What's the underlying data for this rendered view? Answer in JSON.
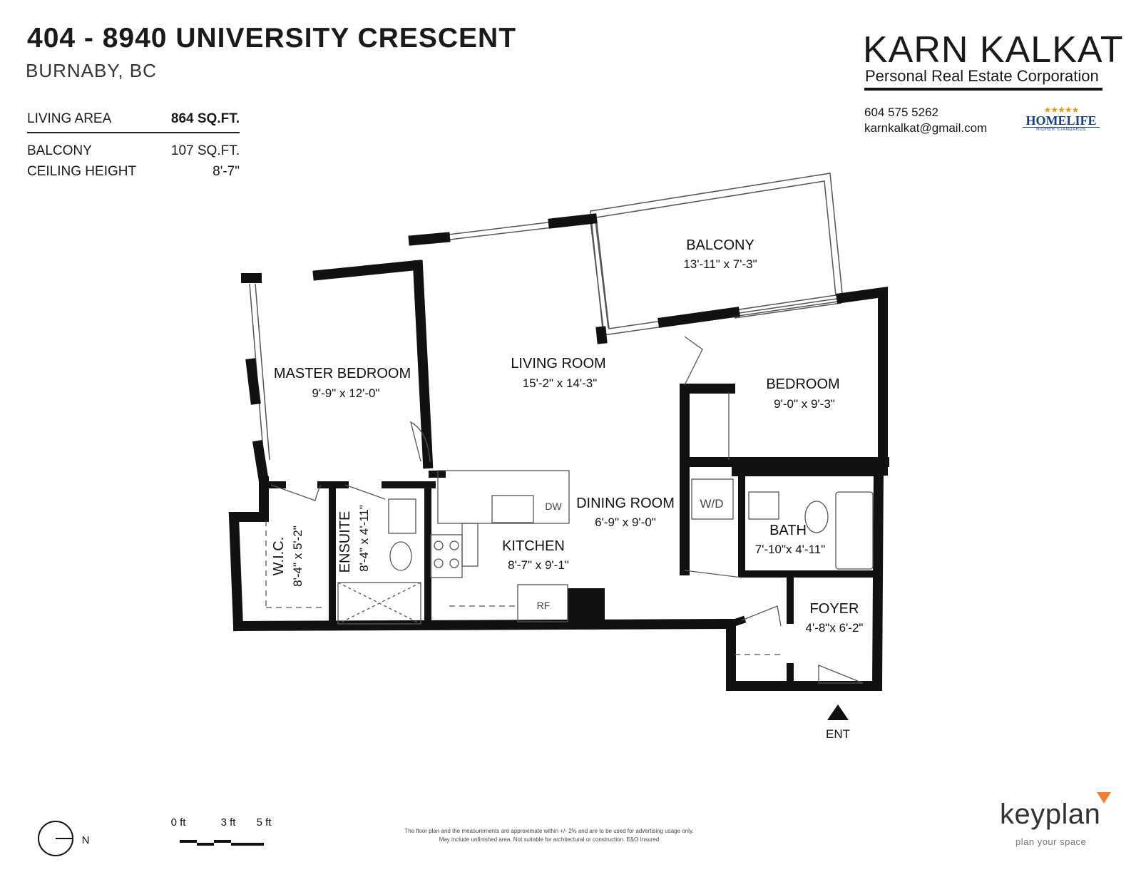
{
  "header": {
    "title": "404 - 8940 UNIVERSITY CRESCENT",
    "subtitle": "BURNABY, BC"
  },
  "stats": {
    "living_label": "LIVING AREA",
    "living_value": "864 SQ.FT.",
    "balcony_label": "BALCONY",
    "balcony_value": "107 SQ.FT.",
    "ceiling_label": "CEILING HEIGHT",
    "ceiling_value": "8'-7\""
  },
  "agent": {
    "name": "KARN KALKAT",
    "corp": "Personal Real Estate Corporation",
    "phone": "604 575 5262",
    "email": "karnkalkat@gmail.com",
    "brokerage_logo": "HOMELIFE",
    "brokerage_tagline": "HIGHER STANDARDS"
  },
  "rooms": {
    "balcony": {
      "name": "BALCONY",
      "dims": "13'-11\"  x   7'-3\""
    },
    "living": {
      "name": "LIVING ROOM",
      "dims": "15'-2\"  x  14'-3\""
    },
    "master": {
      "name": "MASTER BEDROOM",
      "dims": "9'-9\"   x  12'-0\""
    },
    "bedroom": {
      "name": "BEDROOM",
      "dims": "9'-0\"   x   9'-3\""
    },
    "dining": {
      "name": "DINING ROOM",
      "dims": "6'-9\" x 9'-0\""
    },
    "kitchen": {
      "name": "KITCHEN",
      "dims": "8'-7\"   x    9'-1\""
    },
    "bath": {
      "name": "BATH",
      "dims": "7'-10\"x 4'-11\""
    },
    "foyer": {
      "name": "FOYER",
      "dims": "4'-8\"x 6'-2\""
    },
    "wic": {
      "name": "W.I.C.",
      "dims": "8'-4\" x 5'-2\""
    },
    "ensuite": {
      "name": "ENSUITE",
      "dims": "8'-4\" x 4'-11\""
    }
  },
  "fixtures": {
    "dw": "DW",
    "wd": "W/D",
    "rf": "RF"
  },
  "entrance": "ENT",
  "compass": "N",
  "scale": {
    "zero": "0 ft",
    "three": "3 ft",
    "five": "5 ft"
  },
  "footer": {
    "disclaimer_1": "The floor plan and the measurements are approximate within +/- 2% and are to be used for advertising usage only.",
    "disclaimer_2": "May include unfinished area. Not suitable for architectural or construction. E&O Insured",
    "brand": "keyplan",
    "tagline": "plan your space"
  },
  "colors": {
    "wall": "#111111",
    "accent": "#f07f2f",
    "homelife": "#1b3f7a",
    "stars": "#d4a02a"
  }
}
